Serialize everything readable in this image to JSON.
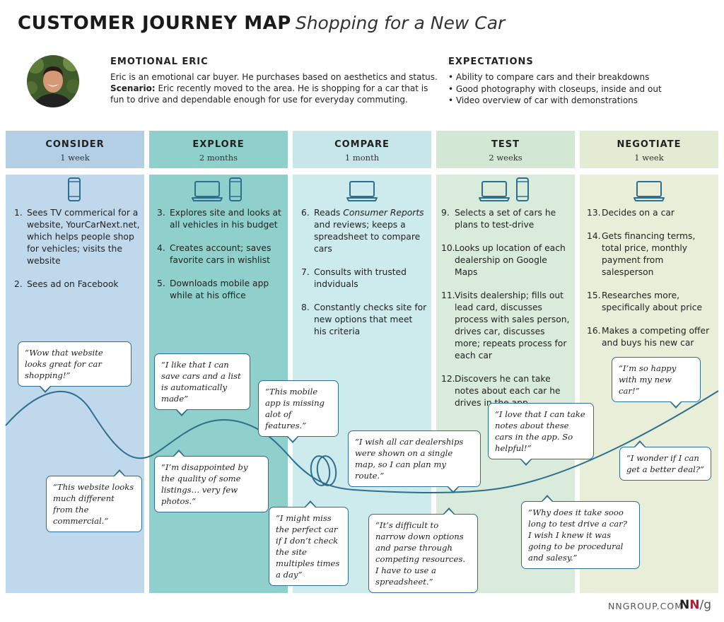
{
  "header": {
    "title": "CUSTOMER JOURNEY MAP",
    "subtitle": "Shopping for a New Car"
  },
  "persona": {
    "name": "EMOTIONAL ERIC",
    "description": "Eric is an emotional car buyer. He purchases based on aesthetics and status.",
    "scenario_label": "Scenario:",
    "scenario": "Eric recently moved to the area. He is shopping for a car that is fun to drive and dependable enough for use for everyday commuting."
  },
  "expectations": {
    "title": "EXPECTATIONS",
    "items": [
      "Ability to compare cars and their breakdowns",
      "Good photography with closeups, inside and out",
      "Video overview of car with demonstrations"
    ]
  },
  "stages": [
    {
      "name": "CONSIDER",
      "duration": "1 week",
      "header_color": "#b2cfe6",
      "body_color": "#bfd8ec"
    },
    {
      "name": "EXPLORE",
      "duration": "2 months",
      "header_color": "#8fcfcc",
      "body_color": "#8fcfcc"
    },
    {
      "name": "COMPARE",
      "duration": "1 month",
      "header_color": "#c6e6e9",
      "body_color": "#cdeaec"
    },
    {
      "name": "TEST",
      "duration": "2 weeks",
      "header_color": "#d2e7d4",
      "body_color": "#d9ebdb"
    },
    {
      "name": "NEGOTIATE",
      "duration": "1 week",
      "header_color": "#e4ebd3",
      "body_color": "#e9eed9"
    }
  ],
  "steps": {
    "consider": [
      {
        "num": "1.",
        "text": "Sees TV commerical for a website, YourCarNext.net, which helps people shop for vehicles; visits the website"
      },
      {
        "num": "2.",
        "text": "Sees ad on Facebook"
      }
    ],
    "explore": [
      {
        "num": "3.",
        "text": "Explores site and looks at all vehicles in his budget"
      },
      {
        "num": "4.",
        "text": "Creates account; saves favorite cars in wishlist"
      },
      {
        "num": "5.",
        "text": "Downloads mobile app while at his office"
      }
    ],
    "compare_6_pre": "Reads",
    "compare_6_em": "Consumer Reports",
    "compare_6_post": "and reviews; keeps a spreadsheet to compare cars",
    "compare": [
      {
        "num": "6.",
        "text": ""
      },
      {
        "num": "7.",
        "text": "Consults with trusted indviduals"
      },
      {
        "num": "8.",
        "text": "Constantly checks site for new options that meet his criteria"
      }
    ],
    "test": [
      {
        "num": "9.",
        "text": "Selects a set of cars he plans to test-drive"
      },
      {
        "num": "10.",
        "text": "Looks up location of each dealership on Google Maps"
      },
      {
        "num": "11.",
        "text": "Visits dealership; fills out lead card, discusses process with sales person, drives car, discusses more; repeats process for each car"
      },
      {
        "num": "12.",
        "text": "Discovers he can take notes about each car he drives in the app"
      }
    ],
    "negotiate": [
      {
        "num": "13.",
        "text": "Decides on a car"
      },
      {
        "num": "14.",
        "text": "Gets financing terms, total price, monthly payment from salesperson"
      },
      {
        "num": "15.",
        "text": "Researches more, specifically about price"
      },
      {
        "num": "16.",
        "text": "Makes a competing offer and buys his new car"
      }
    ]
  },
  "quotes": [
    "“Wow that website looks great for car shopping!”",
    "“This website looks much different from the commercial.”",
    "“I like that I can save cars and a list is automatically made”",
    "“I’m disappointed by the quality of some listings… very few photos.”",
    "“This mobile app is missing alot of features.”",
    "“I might miss the perfect car if I don’t check the site multiples times a day”",
    "“I wish all car dealerships were shown on a single map, so I can plan my route.”",
    "“It’s difficult to narrow down options and parse through competing resources. I have to use a spreadsheet.”",
    "“I love that I can take notes about these cars in the app. So helpful!”",
    "“Why does it take sooo long to test drive a car? I wish I knew it was going to be procedural and salesy.”",
    "“I’m so happy with my new car!”",
    "“I wonder if I can get a better deal?”"
  ],
  "footer": {
    "site": "NNGROUP.COM",
    "logo_n1": "N",
    "logo_n2": "N",
    "logo_slash": "/",
    "logo_g": "g"
  },
  "icons": {
    "consider": [
      "phone-icon"
    ],
    "explore": [
      "laptop-icon",
      "phone-icon"
    ],
    "compare": [
      "laptop-icon"
    ],
    "test": [
      "laptop-icon",
      "phone-icon"
    ],
    "negotiate": [
      "laptop-icon"
    ]
  },
  "colors": {
    "line": "#2e6e8e",
    "text": "#222222"
  }
}
